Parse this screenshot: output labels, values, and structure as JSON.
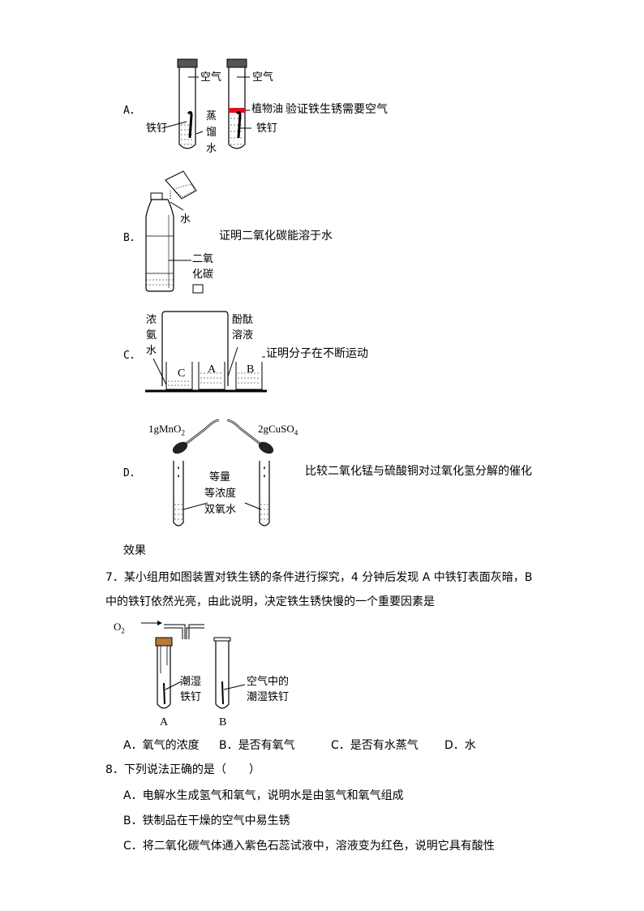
{
  "q6": {
    "a": {
      "letter": "A．",
      "air_left": "空气",
      "air_right": "空气",
      "oil": "植物油",
      "purpose": "验证铁生锈需要空气",
      "nail_left": "铁钉",
      "nail_right": "铁钉",
      "water_1": "蒸",
      "water_2": "馏",
      "water_3": "水"
    },
    "b": {
      "letter": "B．",
      "water": "水",
      "co2_1": "二氧",
      "co2_2": "化碳",
      "purpose": "证明二氧化碳能溶于水"
    },
    "c": {
      "letter": "C．",
      "ammonia_1": "浓",
      "ammonia_2": "氨",
      "ammonia_3": "水",
      "phenol_1": "酚酞",
      "phenol_2": "溶液",
      "beaker_c": "C",
      "beaker_a": "A",
      "beaker_b": "B",
      "purpose": "证明分子在不断运动"
    },
    "d": {
      "letter": "D．",
      "mno2": "1gMnO",
      "mno2_sub": "2",
      "cuso4": "2gCuSO",
      "cuso4_sub": "4",
      "eq_1": "等量",
      "eq_2": "等浓度",
      "eq_3": "双氧水",
      "purpose": "比较二氧化锰与硫酸铜对过氧化氢分解的催化",
      "purpose_cont": "效果"
    }
  },
  "q7": {
    "line1": "7．某小组用如图装置对铁生锈的条件进行探究，4 分钟后发现 A 中铁钉表面灰暗，B",
    "line2": "中的铁钉依然光亮，由此说明，决定铁生锈快慢的一个重要因素是",
    "o2": "O",
    "o2_sub": "2",
    "a_label_1": "潮湿",
    "a_label_2": "铁钉",
    "b_label_1": "空气中的",
    "b_label_2": "潮湿铁钉",
    "tube_a": "A",
    "tube_b": "B",
    "choices": [
      "A．氧气的浓度",
      "B．是否有氧气",
      "C．是否有水蒸气",
      "D．水"
    ]
  },
  "q8": {
    "stem": "8．下列说法正确的是（　　）",
    "options": [
      "A．电解水生成氢气和氧气，说明水是由氢气和氧气组成",
      "B．铁制品在干燥的空气中易生锈",
      "C．将二氧化碳气体通入紫色石蕊试液中，溶液变为红色，说明它具有酸性"
    ]
  },
  "colors": {
    "oil": "#e0101b",
    "ink": "#000000"
  }
}
